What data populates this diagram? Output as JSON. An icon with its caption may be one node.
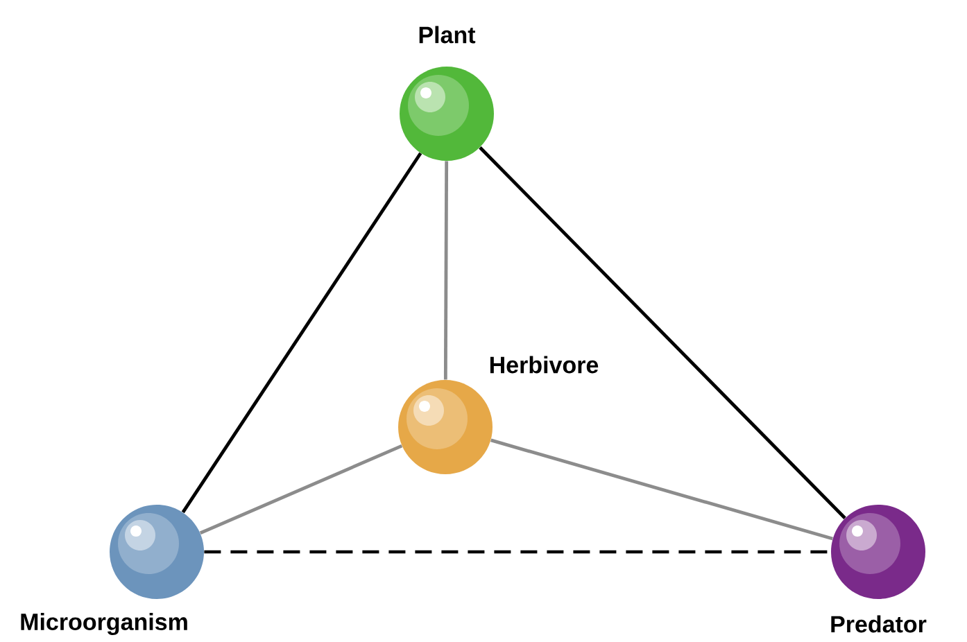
{
  "diagram": {
    "nodes": [
      {
        "text": [
          "Plant"
        ]
      },
      {
        "text": [
          "Herbivore"
        ]
      },
      {
        "text": [
          "Microorganism"
        ]
      },
      {
        "text": [
          "Predator"
        ]
      }
    ],
    "edges": [
      {
        "from": 0,
        "to": 2,
        "arrow": "none"
      },
      {
        "from": 0,
        "to": 3,
        "arrow": "none"
      },
      {
        "from": 0,
        "to": 1,
        "arrow": "none",
        "color": "#8c8c8c"
      },
      {
        "from": 1,
        "to": 2,
        "arrow": "none",
        "color": "#8c8c8c"
      },
      {
        "from": 1,
        "to": 3,
        "arrow": "none",
        "color": "#8c8c8c"
      },
      {
        "from": 2,
        "to": 3,
        "arrow": "none",
        "style": "dashed"
      }
    ]
  }
}
